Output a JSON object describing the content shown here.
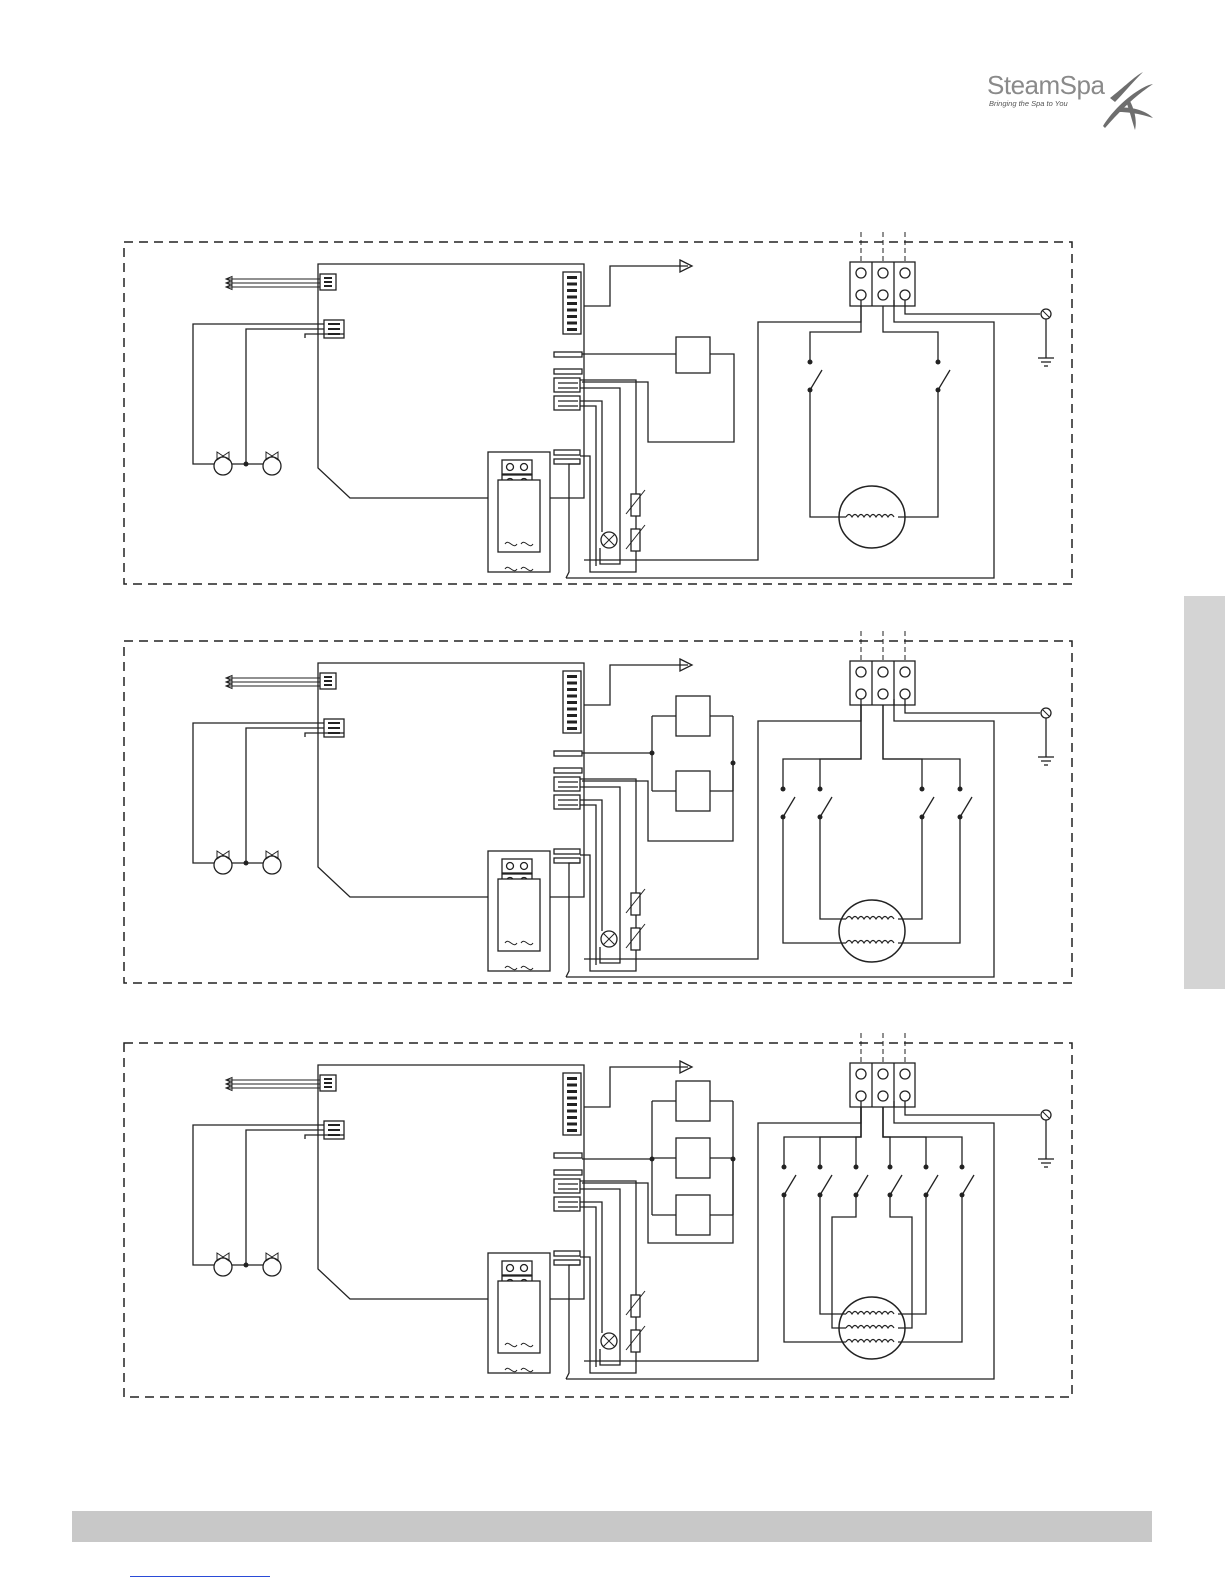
{
  "brand": {
    "name_part1": "Steam",
    "name_part2": "Spa",
    "tagline": "Bringing the Spa to You",
    "color_text": "#8a8a8a",
    "color_swoosh": "#6e6e6e"
  },
  "diagrams": [
    {
      "id": "single-element",
      "heater_elements": 1,
      "contactors": 2,
      "relays": 1
    },
    {
      "id": "double-element",
      "heater_elements": 2,
      "contactors": 4,
      "relays": 2
    },
    {
      "id": "triple-element",
      "heater_elements": 3,
      "contactors": 6,
      "relays": 3
    }
  ],
  "colors": {
    "line": "#222222",
    "side_tab": "#d4d4d4",
    "footer_bar": "#c8c8c8",
    "footer_link": "#2a4bd7"
  }
}
